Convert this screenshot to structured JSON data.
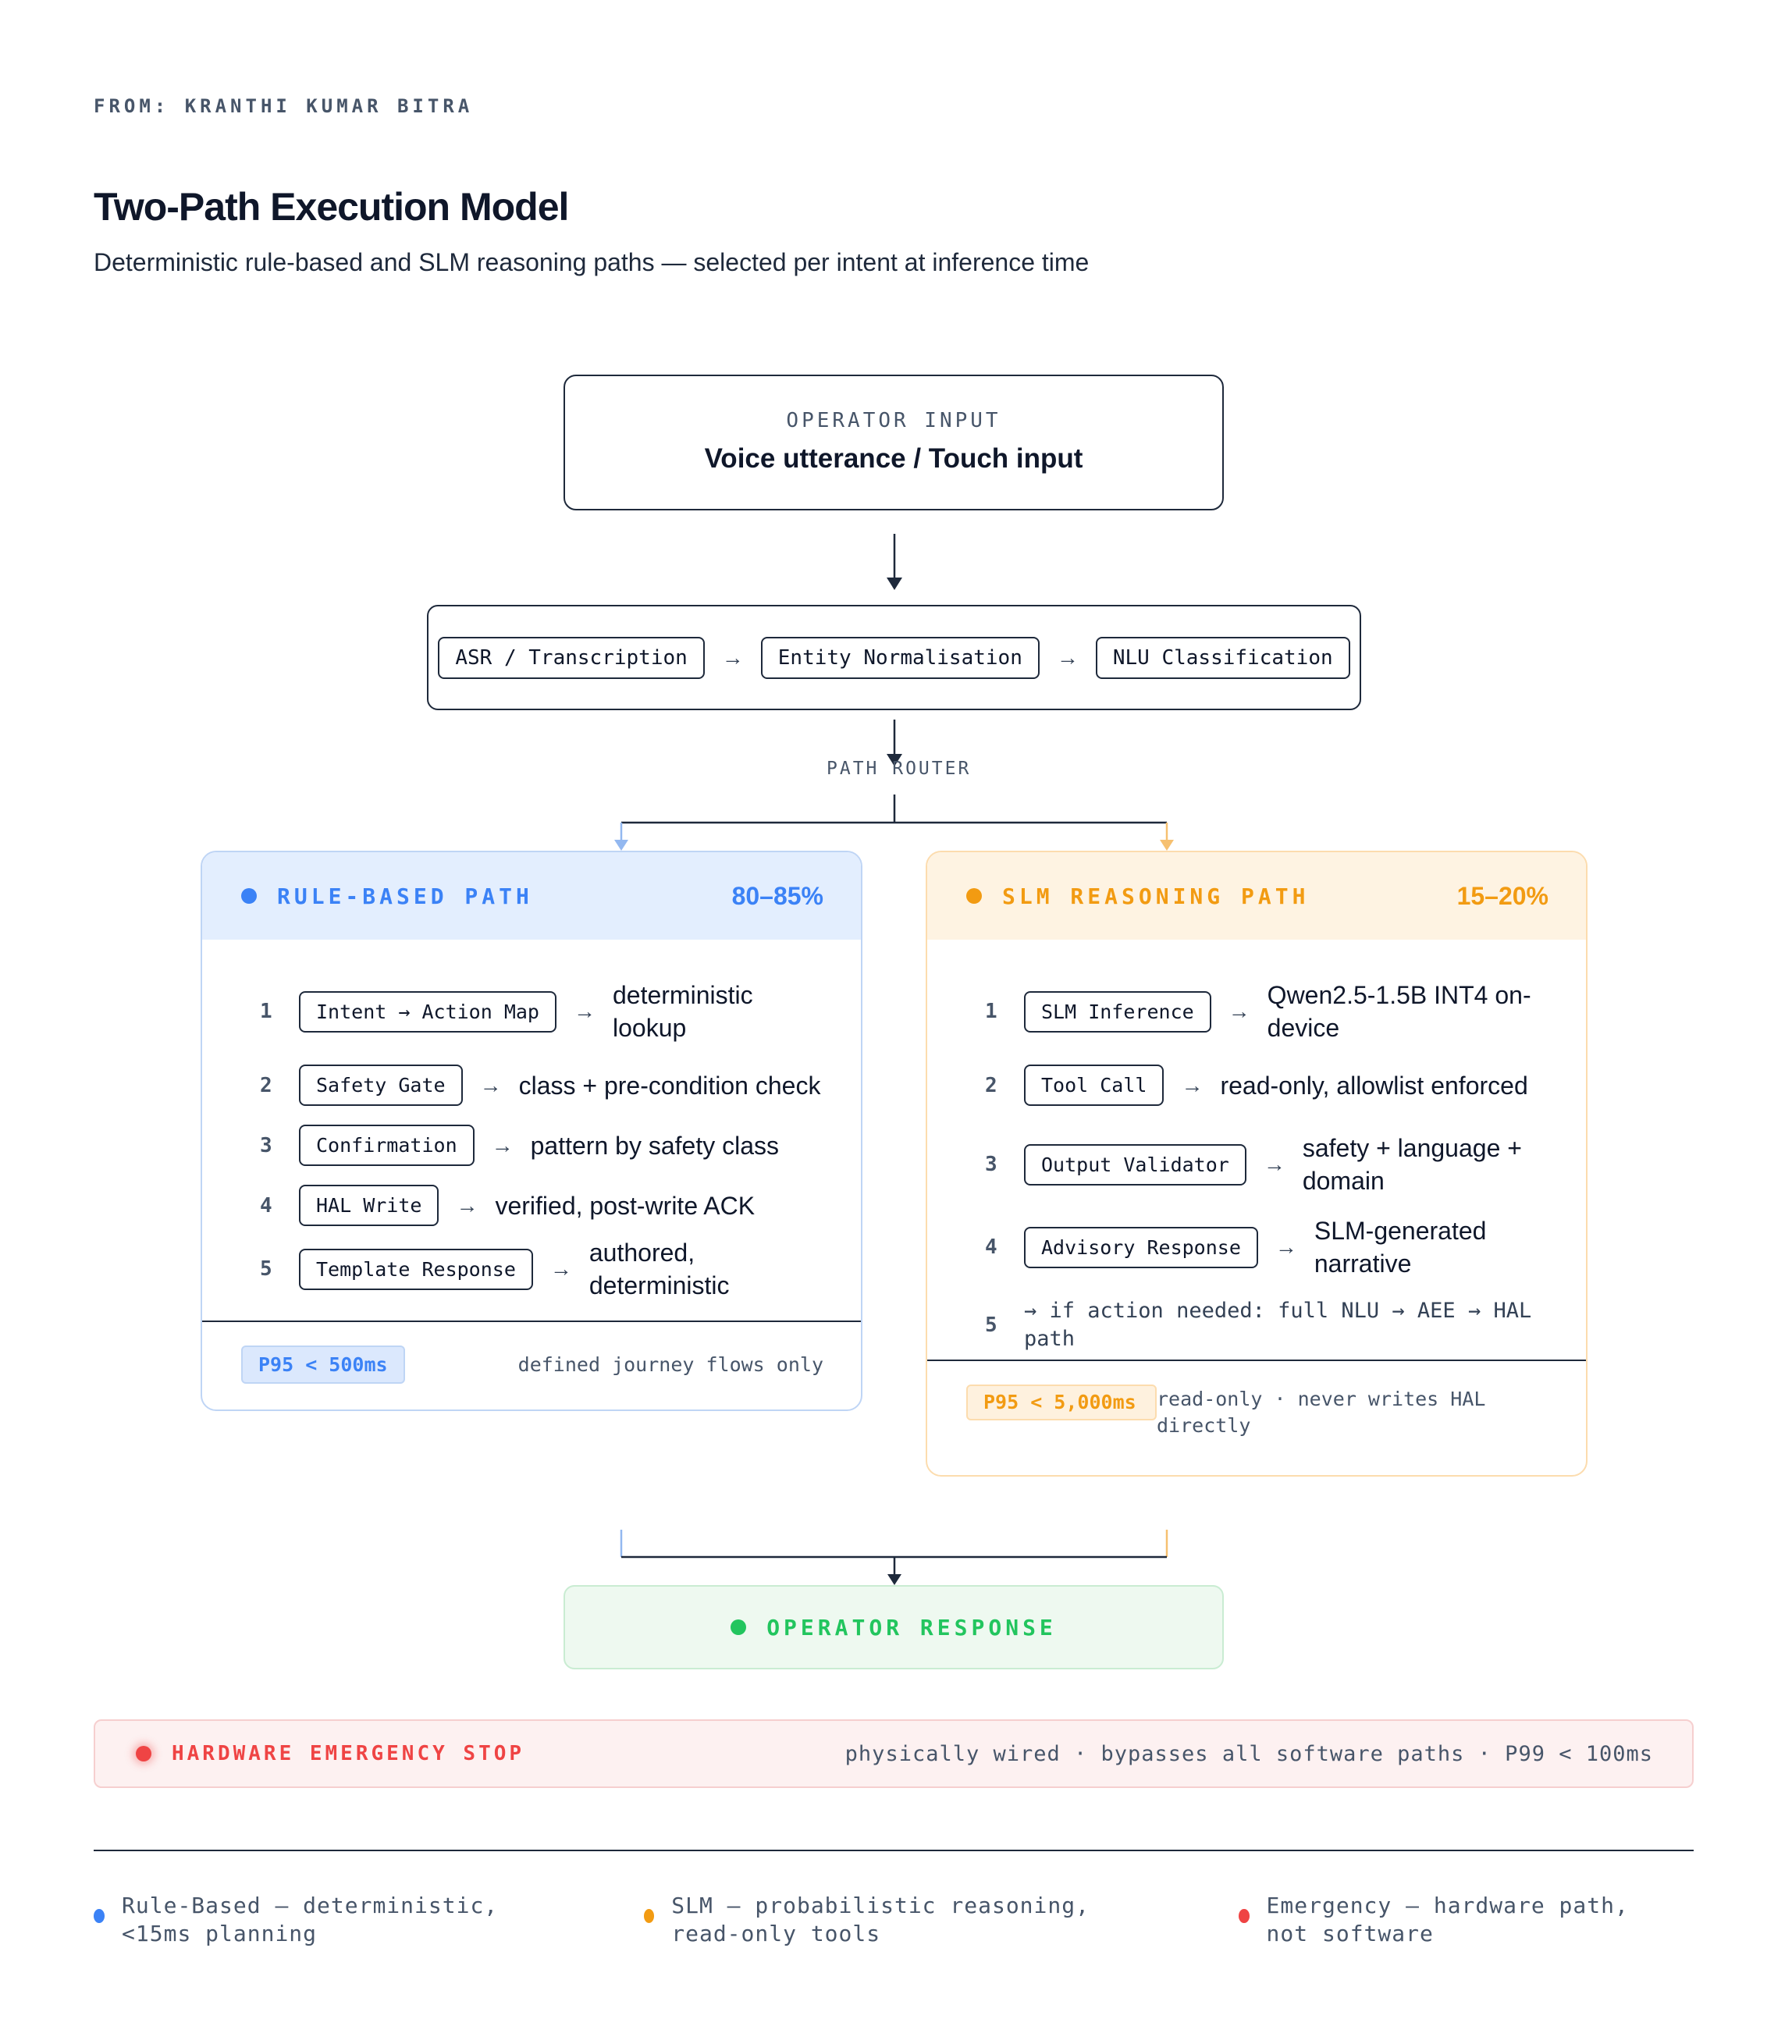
{
  "header": {
    "from": "FROM: KRANTHI KUMAR BITRA",
    "title": "Two-Path Execution Model",
    "subtitle": "Deterministic rule-based and SLM reasoning paths — selected per intent at inference time"
  },
  "input": {
    "label": "OPERATOR INPUT",
    "value": "Voice utterance / Touch input"
  },
  "pipeline": {
    "stages": [
      "ASR / Transcription",
      "Entity Normalisation",
      "NLU Classification"
    ],
    "arrow": "→"
  },
  "router": {
    "label": "PATH ROUTER"
  },
  "rule_path": {
    "title": "RULE-BASED PATH",
    "share": "80–85%",
    "color": "#3b82f6",
    "steps": [
      {
        "num": "1",
        "chip": "Intent → Action Map",
        "desc": "deterministic lookup"
      },
      {
        "num": "2",
        "chip": "Safety Gate",
        "desc": "class + pre-condition check"
      },
      {
        "num": "3",
        "chip": "Confirmation",
        "desc": "pattern by safety class"
      },
      {
        "num": "4",
        "chip": "HAL Write",
        "desc": "verified, post-write ACK"
      },
      {
        "num": "5",
        "chip": "Template Response",
        "desc": "authored, deterministic"
      }
    ],
    "latency": "P95 < 500ms",
    "note": "defined journey flows only"
  },
  "slm_path": {
    "title": "SLM REASONING PATH",
    "share": "15–20%",
    "color": "#f29b12",
    "steps": [
      {
        "num": "1",
        "chip": "SLM Inference",
        "desc": "Qwen2.5-1.5B INT4 on-device"
      },
      {
        "num": "2",
        "chip": "Tool Call",
        "desc": "read-only, allowlist enforced"
      },
      {
        "num": "3",
        "chip": "Output Validator",
        "desc": "safety + language + domain"
      },
      {
        "num": "4",
        "chip": "Advisory Response",
        "desc": "SLM-generated narrative"
      },
      {
        "num": "5",
        "text": "→ if action needed: full NLU → AEE → HAL path"
      }
    ],
    "latency": "P95 < 5,000ms",
    "note": "read-only · never writes HAL directly"
  },
  "response": {
    "label": "OPERATOR RESPONSE",
    "color": "#22c55e"
  },
  "estop": {
    "label": "HARDWARE EMERGENCY STOP",
    "note": "physically wired · bypasses all software paths · P99 < 100ms",
    "color": "#ef4444"
  },
  "legend": [
    {
      "color": "#3b82f6",
      "text": "Rule-Based — deterministic, <15ms planning"
    },
    {
      "color": "#f29b12",
      "text": "SLM — probabilistic reasoning, read-only tools"
    },
    {
      "color": "#ef4444",
      "text": "Emergency — hardware path, not software"
    }
  ]
}
